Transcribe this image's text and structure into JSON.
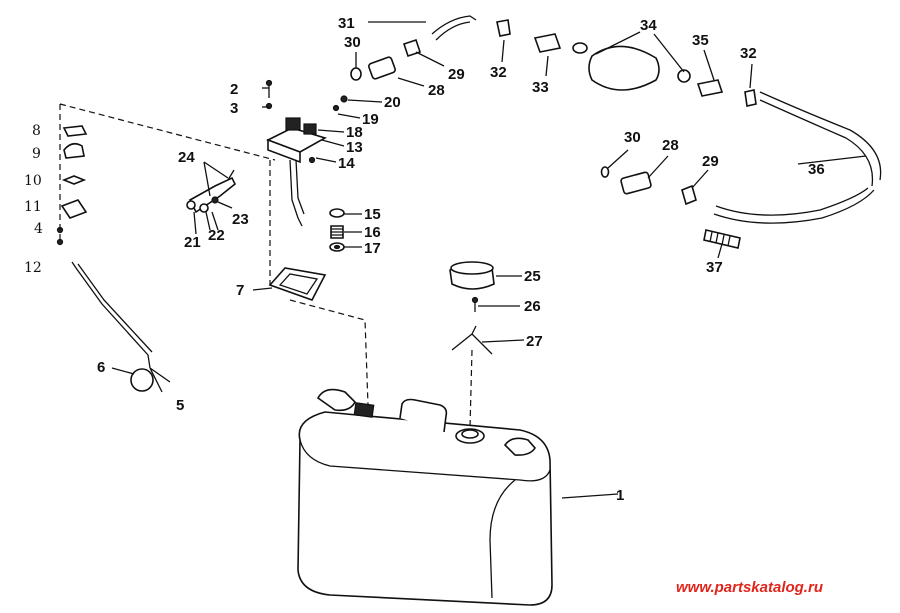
{
  "callouts": {
    "p1": "1",
    "p2": "2",
    "p3": "3",
    "p4": "4",
    "p5": "5",
    "p6": "6",
    "p7": "7",
    "p8": "8",
    "p9": "9",
    "p10": "10",
    "p11": "11",
    "p12": "12",
    "p13": "13",
    "p14": "14",
    "p15": "15",
    "p16": "16",
    "p17": "17",
    "p18": "18",
    "p19": "19",
    "p20": "20",
    "p21": "21",
    "p22": "22",
    "p23": "23",
    "p24": "24",
    "p25": "25",
    "p26": "26",
    "p27": "27",
    "p28a": "28",
    "p28b": "28",
    "p29a": "29",
    "p29b": "29",
    "p30a": "30",
    "p30b": "30",
    "p31": "31",
    "p32a": "32",
    "p32b": "32",
    "p33": "33",
    "p34": "34",
    "p35": "35",
    "p36": "36",
    "p37": "37"
  },
  "watermark": "www.partskatalog.ru"
}
